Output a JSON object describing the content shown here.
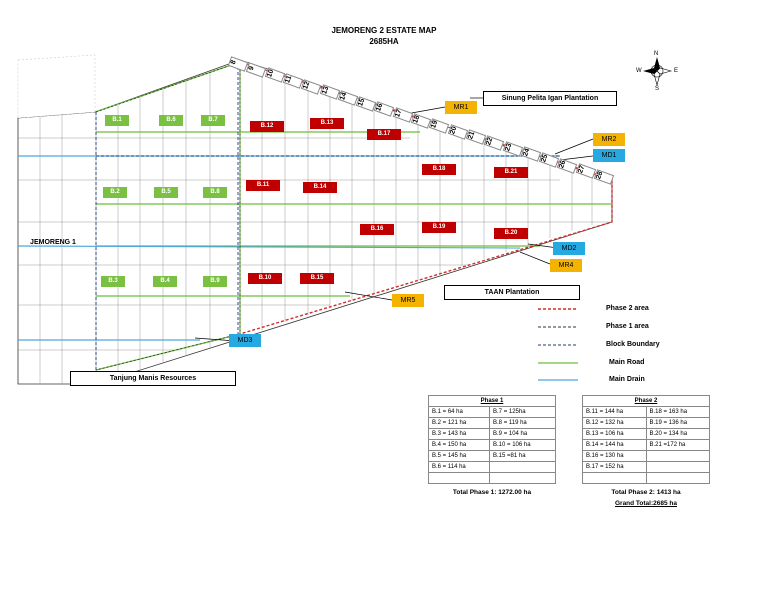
{
  "title": "JEMORENG 2 ESTATE MAP",
  "subtitle": "2685HA",
  "compass": {
    "n": "N",
    "s": "S",
    "e": "E",
    "w": "W"
  },
  "neighbors": {
    "sinung": "Sinung Pelita Igan Plantation",
    "jemoreng1": "JEMORENG 1",
    "taan": "TAAN Plantation",
    "tanjung": "Tanjung Manis Resources"
  },
  "blocks_phase1": [
    "B.1",
    "B.6",
    "B.7",
    "B.2",
    "B.5",
    "B.8",
    "B.3",
    "B.4",
    "B.9"
  ],
  "blocks_phase2": [
    "B.12",
    "B.13",
    "B.17",
    "B.11",
    "B.14",
    "B.18",
    "B.21",
    "B.16",
    "B.19",
    "B.20",
    "B.10",
    "B.15"
  ],
  "callouts": {
    "mr1": "MR1",
    "mr2": "MR2",
    "md1": "MD1",
    "md2": "MD2",
    "mr4": "MR4",
    "mr5": "MR5",
    "md3": "MD3"
  },
  "row_numbers": [
    "8",
    "9",
    "10",
    "11",
    "12",
    "13",
    "14",
    "15",
    "16",
    "17",
    "18",
    "19",
    "20",
    "21",
    "22",
    "23",
    "24",
    "25",
    "26",
    "27",
    "28"
  ],
  "legend": [
    "Phase 2 area",
    "Phase 1 area",
    "Block Boundary",
    "Main Road",
    "Main Drain"
  ],
  "colors": {
    "phase2": "#d62c2c",
    "phase1": "#333333",
    "boundary": "#1f3a7a",
    "road": "#6abf3a",
    "drain": "#4ea7dd",
    "green_block": "#7ac143",
    "red_block": "#c00000",
    "orange": "#f5b301",
    "blue": "#25a9e0"
  },
  "phase1_table": {
    "header": "Phase 1",
    "left": [
      "B.1 = 64 ha",
      "B.2 = 121 ha",
      "B.3 = 143 ha",
      "B.4 = 150 ha",
      "B.5 = 145 ha",
      "B.6 = 114 ha",
      ""
    ],
    "right": [
      "B.7 = 125ha",
      "B.8 = 119 ha",
      "B.9 = 104 ha",
      "B.10 = 106 ha",
      "B.15 =81 ha",
      "",
      ""
    ],
    "total": "Total Phase 1: 1272.00 ha"
  },
  "phase2_table": {
    "header": "Phase 2",
    "left": [
      "B.11 = 144 ha",
      "B.12 = 132 ha",
      "B.13 = 106 ha",
      "B.14 = 144 ha",
      "B.16 = 130 ha",
      "B.17 = 152 ha",
      ""
    ],
    "right": [
      "B.18 = 163 ha",
      "B.19 = 136 ha",
      "B.20 = 134 ha",
      "B.21 =172 ha",
      "",
      "",
      ""
    ],
    "total": "Total Phase 2: 1413 ha",
    "grand": "Grand Total:2685 ha"
  }
}
